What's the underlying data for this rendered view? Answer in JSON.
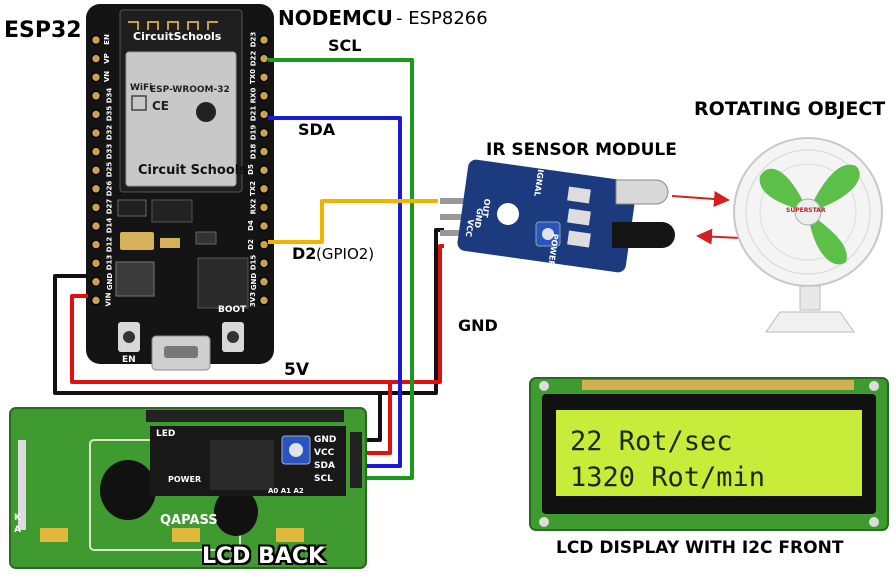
{
  "titles": {
    "esp32": "ESP32",
    "nodemcu": "NODEMCU",
    "esp8266": " - ESP8266",
    "ir_sensor": "IR SENSOR MODULE",
    "rotating_object": "ROTATING OBJECT",
    "lcd_back": "LCD BACK",
    "lcd_front": "LCD DISPLAY WITH I2C FRONT"
  },
  "wires": {
    "scl": "SCL",
    "sda": "SDA",
    "d2": "D2",
    "d2_note": "(GPIO2)",
    "gnd": "GND",
    "v5": "5V"
  },
  "board": {
    "brand": "CircuitSchools",
    "module": "ESP-WROOM-32",
    "wifi": "WiFi",
    "ce": "CE",
    "brand2": "Circuit Schools",
    "en": "EN",
    "boot": "BOOT",
    "left_pins": [
      "EN",
      "VP",
      "VN",
      "D34",
      "D35",
      "D32",
      "D33",
      "D25",
      "D26",
      "D27",
      "D14",
      "D12",
      "D13",
      "GND",
      "VIN"
    ],
    "right_pins": [
      "D23",
      "D22",
      "TX0",
      "RX0",
      "D21",
      "D19",
      "D18",
      "D5",
      "TX2",
      "RX2",
      "D4",
      "D2",
      "D15",
      "GND",
      "3V3"
    ]
  },
  "ir": {
    "signal": "SIGNAL",
    "power": "POWER",
    "pins": [
      "OUT",
      "GND",
      "VCC"
    ]
  },
  "fan": {
    "brand": "SUPERSTAR"
  },
  "lcd_back": {
    "pins": [
      "GND",
      "VCC",
      "SDA",
      "SCL"
    ],
    "led": "LED",
    "power": "POWER",
    "addr": "A0 A1 A2",
    "brand": "QAPASS",
    "k": "K",
    "a": "A"
  },
  "lcd_display": {
    "line1": "22 Rot/sec",
    "line2": "1320 Rot/min"
  },
  "colors": {
    "scl_wire": "#1a9a1a",
    "sda_wire": "#1a1ad8",
    "d2_wire": "#f0b400",
    "gnd_wire": "#111111",
    "v5_wire": "#e01010",
    "pcb_green": "#3f9a2f",
    "lcd_screen": "#c9ec3a"
  }
}
